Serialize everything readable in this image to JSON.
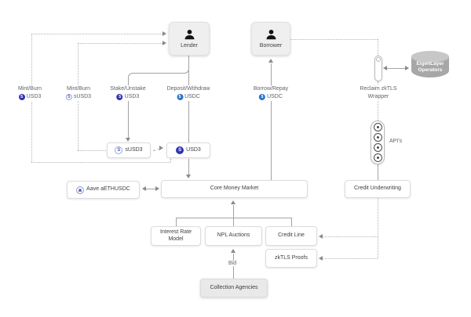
{
  "nodes": {
    "lender": "Lender",
    "borrower": "Borrower",
    "susd3": "sUSD3",
    "usd3": "USD3",
    "aave": "Aave aETHUSDC",
    "core_money_market": "Core Money Market",
    "credit_underwriting": "Credit Underwriting",
    "interest_rate_model": "Interest Rate Model",
    "npl_auctions": "NPL Auctions",
    "credit_line": "Credit Line",
    "zktls_proofs": "zkTLS Proofs",
    "collection_agencies": "Collection Agencies",
    "eigenlayer_line1": "EigenLayer",
    "eigenlayer_line2": "Operators"
  },
  "labels": {
    "mint_burn_usd3": {
      "action": "Mint/Burn",
      "token": "USD3"
    },
    "mint_burn_susd3": {
      "action": "Mint/Burn",
      "token": "sUSD3"
    },
    "stake_unstake": {
      "action": "Stake/Unstake",
      "token": "USD3"
    },
    "deposit_withdraw": {
      "action": "Deposit/Withdraw",
      "token": "USDC"
    },
    "borrow_repay": {
      "action": "Borrow/Repay",
      "token": "USDC"
    },
    "reclaim_line1": "Reclaim zkTLS",
    "reclaim_line2": "Wrapper",
    "apis": "API's",
    "bid": "Bid"
  },
  "icons": {
    "usd3_glyph": "S",
    "susd3_glyph": "S",
    "usdc_glyph": "$"
  },
  "colors": {
    "usd3_coin": "#2f33b0",
    "susd3_coin_border": "#9ba2dd",
    "usdc_coin": "#2775CA",
    "solid_line": "#a3a3a3",
    "dotted_line": "#b3b3b3",
    "text": "#5f6368"
  }
}
